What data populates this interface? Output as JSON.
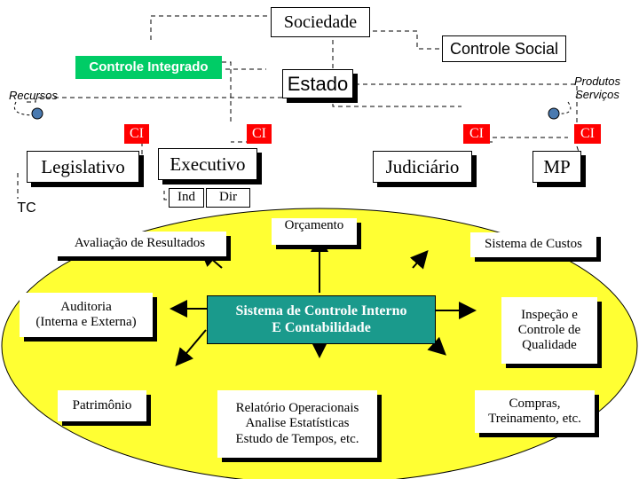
{
  "top": {
    "sociedade": "Sociedade",
    "controle_social": "Controle Social",
    "controle_integrado": "Controle Integrado",
    "estado": "Estado"
  },
  "sides": {
    "recursos": "Recursos",
    "produtos_servicos": "Produtos\nServiços"
  },
  "ci_labels": [
    "CI",
    "CI",
    "CI",
    "CI"
  ],
  "powers": {
    "legislativo": "Legislativo",
    "executivo": "Executivo",
    "judiciario": "Judiciário",
    "mp": "MP",
    "tc": "TC",
    "ind": "Ind",
    "dir": "Dir"
  },
  "center": {
    "title_line1": "Sistema de Controle Interno",
    "title_line2": "E Contabilidade"
  },
  "nodes": {
    "avaliacao": "Avaliação de Resultados",
    "orcamento": "Orçamento",
    "sistema_custos": "Sistema de Custos",
    "auditoria": "Auditoria\n(Interna e Externa)",
    "inspecao": "Inspeção e\nControle de\nQualidade",
    "patrimonio": "Patrimônio",
    "relatorio": "Relatório Operacionais\nAnalise Estatísticas\nEstudo de Tempos, etc.",
    "compras": "Compras,\nTreinamento, etc."
  },
  "colors": {
    "ellipse": "#ffff33",
    "red": "#ff0000",
    "green": "#00cc66",
    "teal": "#1a9a8c"
  }
}
